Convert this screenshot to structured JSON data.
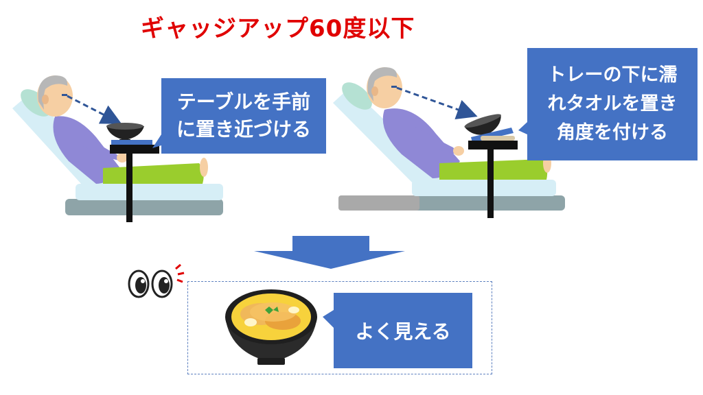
{
  "title": {
    "text": "ギャッジアップ60度以下",
    "color": "#e00000"
  },
  "callouts": {
    "left": {
      "line1": "テーブルを手前",
      "line2": "に置き近づける"
    },
    "right": {
      "line1": "トレーの下に濡",
      "line2": "れタオルを置き",
      "line3": "角度を付ける"
    },
    "bottom": {
      "text": "よく見える"
    }
  },
  "colors": {
    "callout": "#4472c4",
    "arrow": "#4472c4",
    "sight_line": "#2f5597",
    "mattress": "#d6eef6",
    "bed_base": "#8ea4a8",
    "gown": "#8f88d6",
    "blanket": "#9acd2d",
    "skin": "#f6cfa3",
    "hair": "#b7b7b7",
    "table": "#111111"
  },
  "icons": {
    "eyes": "eyes-icon",
    "bowl": "bowl-icon",
    "katsudon": "katsudon-icon"
  }
}
